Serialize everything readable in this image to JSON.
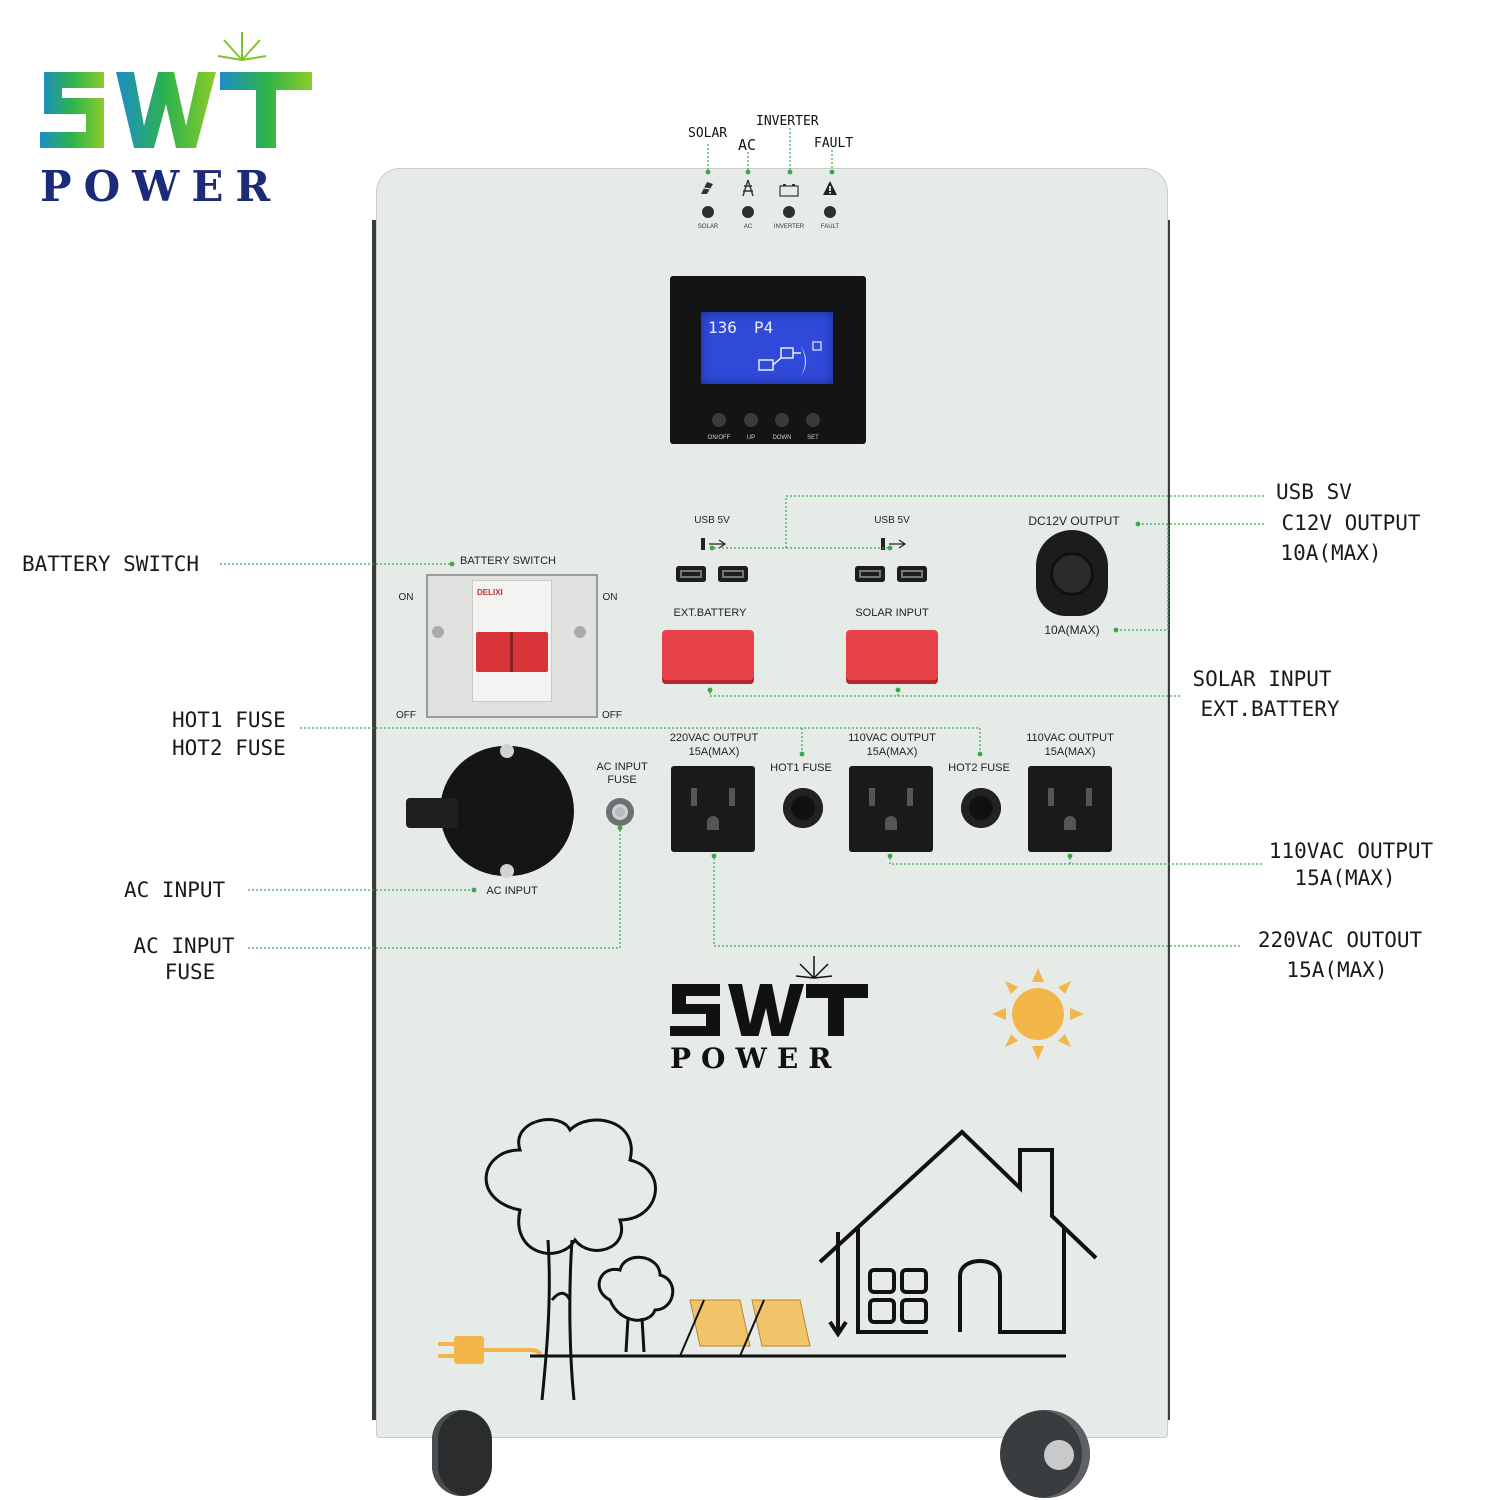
{
  "brand": {
    "logo_top": "SWT",
    "logo_bottom": "POWER",
    "panel_logo_top": "SWT",
    "panel_logo_bottom": "POWER"
  },
  "indicators": {
    "top_labels": [
      "SOLAR",
      "AC",
      "INVERTER",
      "FAULT"
    ],
    "panel_labels": [
      "SOLAR",
      "AC",
      "INVERTER",
      "FAULT"
    ]
  },
  "lcd": {
    "reading": "136",
    "mode": "P4",
    "buttons": [
      "ON/OFF",
      "UP",
      "DOWN",
      "SET"
    ]
  },
  "panel": {
    "usb_left": "USB 5V",
    "usb_right": "USB 5V",
    "dc12v_output": "DC12V OUTPUT",
    "dc12v_max": "10A(MAX)",
    "battery_switch": "BATTERY SWITCH",
    "on_left": "ON",
    "off_left": "OFF",
    "on_right": "ON",
    "off_right": "OFF",
    "breaker_brand": "DELIXI",
    "ext_battery": "EXT.BATTERY",
    "solar_input": "SOLAR INPUT",
    "outlet_220": [
      "220VAC OUTPUT",
      "15A(MAX)"
    ],
    "outlet_110_a": [
      "110VAC OUTPUT",
      "15A(MAX)"
    ],
    "outlet_110_b": [
      "110VAC OUTPUT",
      "15A(MAX)"
    ],
    "hot1_fuse": "HOT1 FUSE",
    "hot2_fuse": "HOT2 FUSE",
    "ac_input_fuse": [
      "AC INPUT",
      "FUSE"
    ],
    "ac_input": "AC INPUT"
  },
  "callouts": {
    "usb": "USB SV",
    "dc12v": [
      "C12V OUTPUT",
      "10A(MAX)"
    ],
    "battery_switch": "BATTERY SWITCH",
    "solar_ext": [
      "SOLAR INPUT",
      "EXT.BATTERY"
    ],
    "hot_fuses": [
      "HOT1 FUSE",
      "HOT2 FUSE"
    ],
    "out_110": [
      "110VAC OUTPUT",
      "15A(MAX)"
    ],
    "ac_input": "AC INPUT",
    "ac_input_fuse": [
      "AC INPUT",
      "FUSE"
    ],
    "out_220": [
      "220VAC OUTOUT",
      "15A(MAX)"
    ]
  },
  "colors": {
    "panel": "#e7ebe8",
    "leader": "#3aa84a",
    "logo_navy": "#1c2a7a",
    "logo_green": "#2fae4e",
    "lcd_blue": "#2f49d8",
    "red_cover": "#e8434a",
    "sun": "#f2b64a"
  },
  "icons": [
    "solar-panel-icon",
    "ac-tower-icon",
    "battery-icon",
    "warning-icon",
    "usb-icon",
    "plug-icon",
    "sun-icon",
    "house-icon",
    "tree-icon"
  ]
}
